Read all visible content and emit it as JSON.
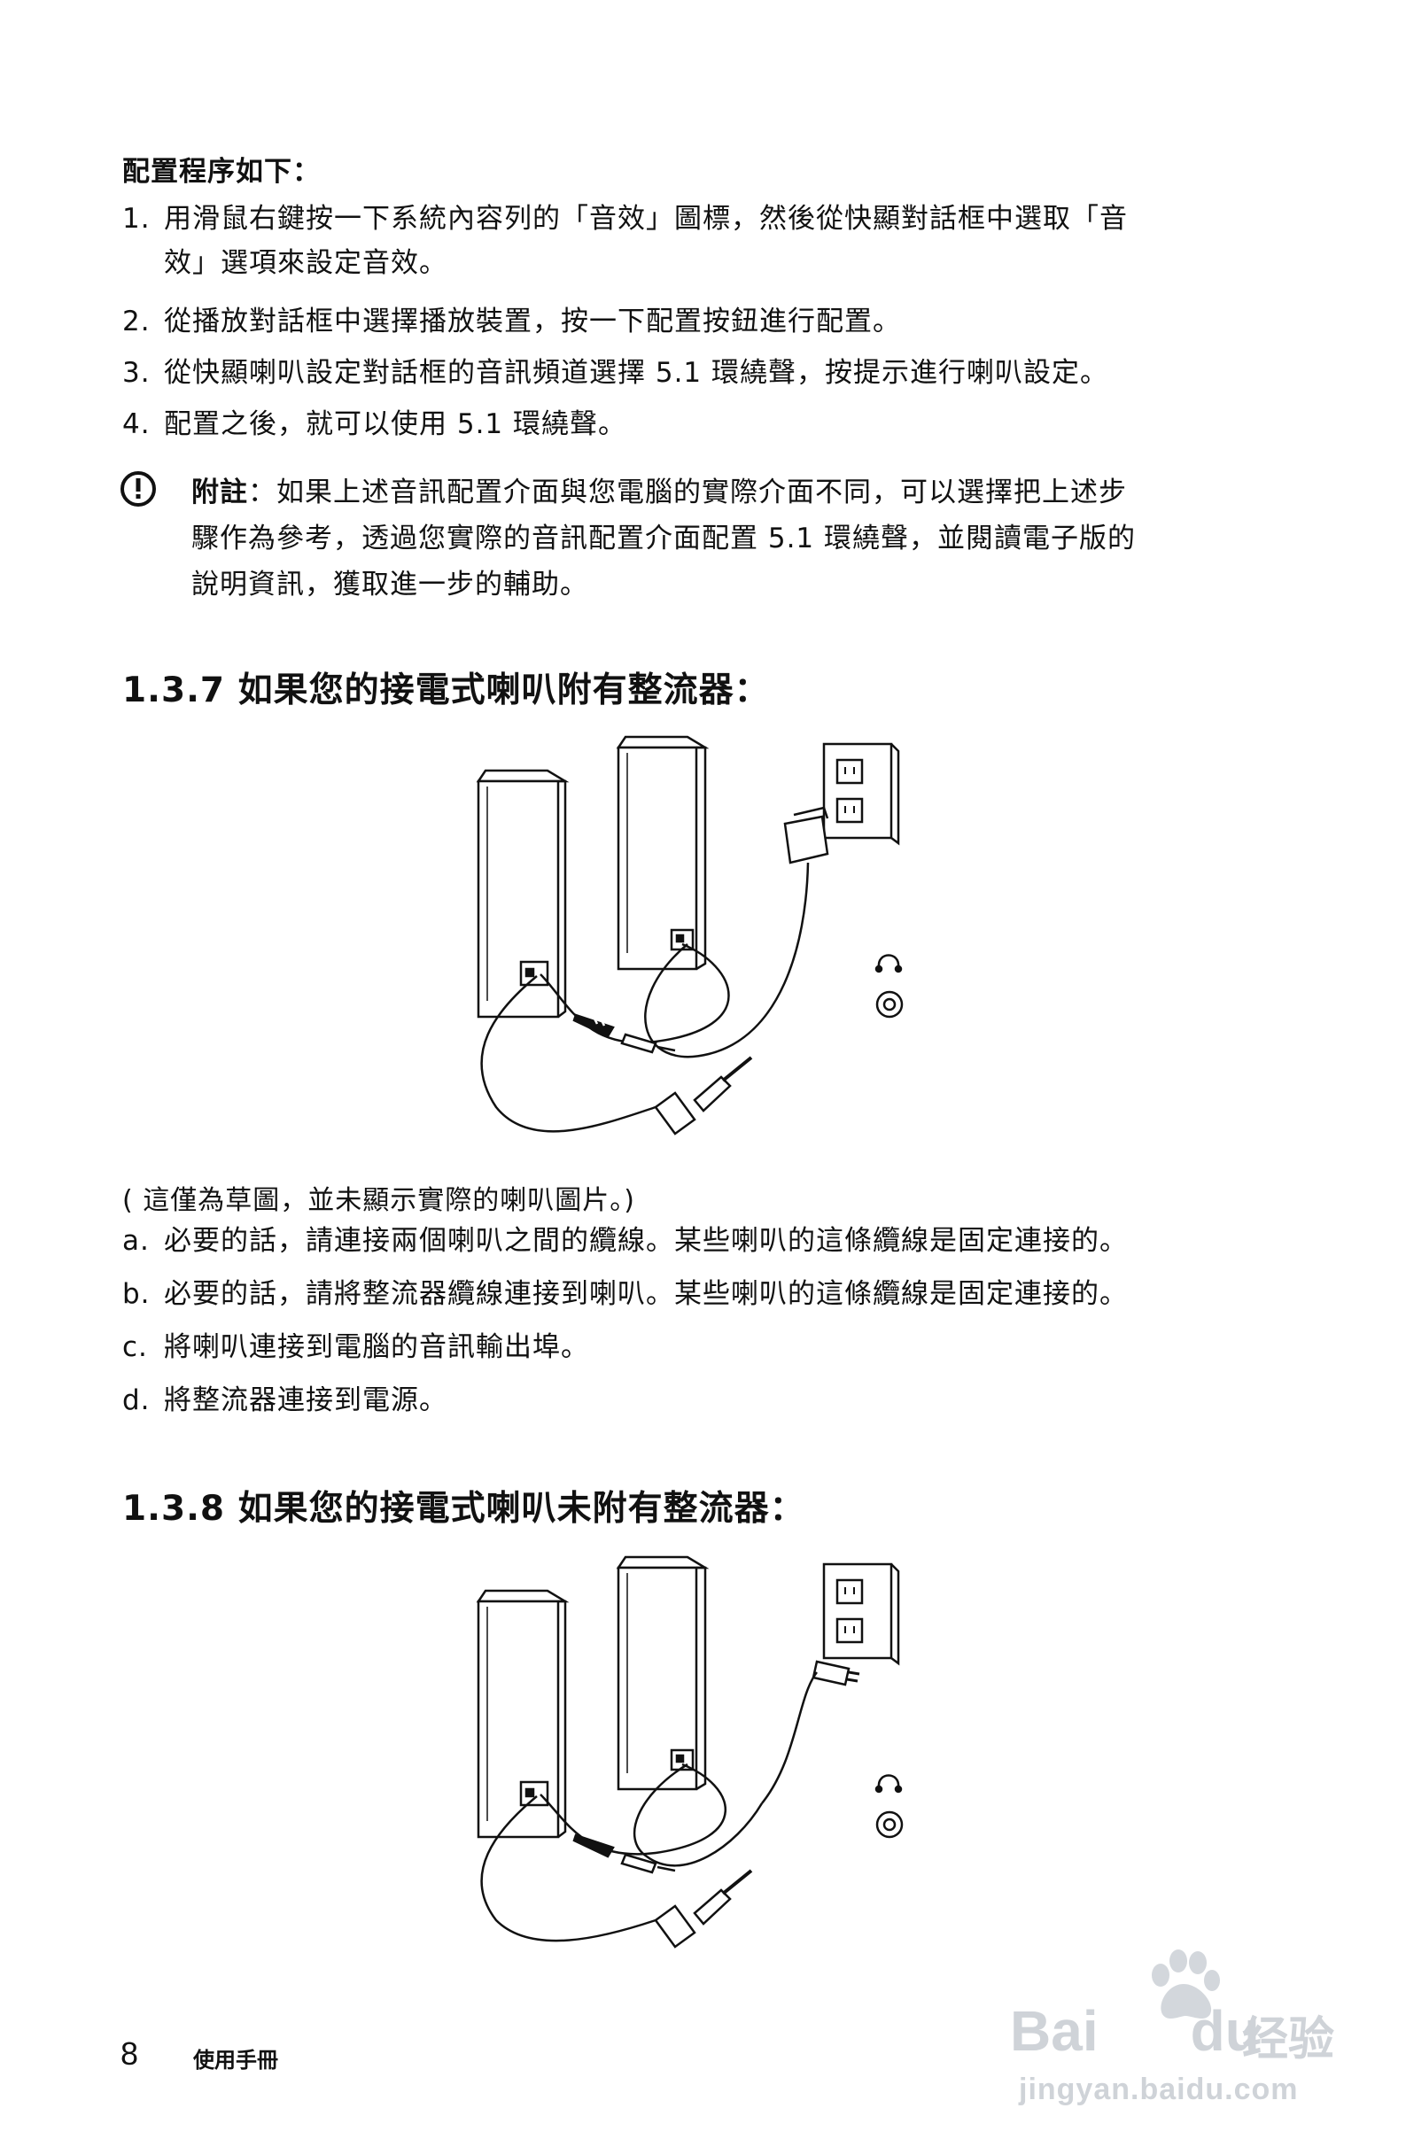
{
  "intro": {
    "title": "配置程序如下："
  },
  "steps": [
    {
      "num": "1.",
      "line1": "用滑鼠右鍵按一下系統內容列的「音效」圖標，然後從快顯對話框中選取「音",
      "line2": "效」選項來設定音效。"
    },
    {
      "num": "2.",
      "line1": "從播放對話框中選擇播放裝置，按一下配置按鈕進行配置。"
    },
    {
      "num": "3.",
      "line1": "從快顯喇叭設定對話框的音訊頻道選擇 5.1 環繞聲，按提示進行喇叭設定。"
    },
    {
      "num": "4.",
      "line1": "配置之後，就可以使用 5.1 環繞聲。"
    }
  ],
  "note": {
    "label": "附註",
    "line1": "：如果上述音訊配置介面與您電腦的實際介面不同，可以選擇把上述步",
    "line2": "驟作為參考，透過您實際的音訊配置介面配置 5.1 環繞聲，並閱讀電子版的",
    "line3": "說明資訊，獲取進一步的輔助。",
    "icon": "exclamation-circle-icon"
  },
  "section_137": {
    "title": "1.3.7 如果您的接電式喇叭附有整流器：",
    "caption": "( 這僅為草圖，並未顯示實際的喇叭圖片。)",
    "items": [
      {
        "letter": "a.",
        "text": "必要的話，請連接兩個喇叭之間的纜線。某些喇叭的這條纜線是固定連接的。"
      },
      {
        "letter": "b.",
        "text": "必要的話，請將整流器纜線連接到喇叭。某些喇叭的這條纜線是固定連接的。"
      },
      {
        "letter": "c.",
        "text": "將喇叭連接到電腦的音訊輸出埠。"
      },
      {
        "letter": "d.",
        "text": "將整流器連接到電源。"
      }
    ]
  },
  "section_138": {
    "title": "1.3.8 如果您的接電式喇叭未附有整流器："
  },
  "footer": {
    "page_number": "8",
    "manual_label": "使用手冊"
  },
  "watermark": {
    "brand": "Bai",
    "brand2": "du",
    "cn": "经验",
    "url": "jingyan.baidu.com"
  }
}
